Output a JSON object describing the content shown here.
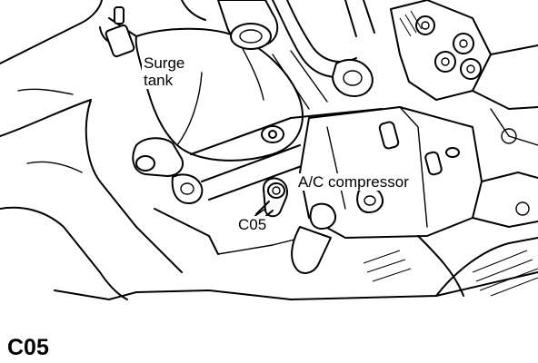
{
  "labels": {
    "surge_tank": "Surge\ntank",
    "ac_compressor": "A/C compressor",
    "connector": "C05"
  },
  "caption": "C05",
  "colors": {
    "ink": "#000000",
    "paper": "#ffffff"
  }
}
